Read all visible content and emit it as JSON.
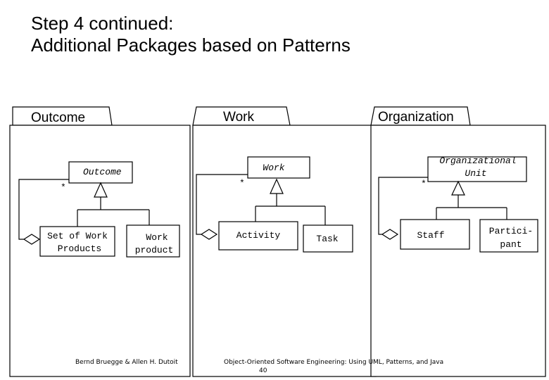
{
  "slide": {
    "title_line1": "Step 4 continued:",
    "title_line2": "Additional Packages based on Patterns"
  },
  "packages": {
    "outcome": {
      "tab_label": "Outcome",
      "parent_class": "Outcome",
      "multiplicity": "*",
      "children": [
        "Set of Work",
        "Products",
        "Work",
        "product"
      ]
    },
    "work": {
      "tab_label": "Work",
      "parent_class": "Work",
      "multiplicity": "*",
      "children": [
        "Activity",
        "Task"
      ]
    },
    "organization": {
      "tab_label": "Organization",
      "parent_class_line1": "Organizational",
      "parent_class_line2": "Unit",
      "multiplicity": "*",
      "children": [
        "Staff",
        "Partici-",
        "pant"
      ]
    }
  },
  "footer": {
    "authors": "Bernd Bruegge & Allen H. Dutoit",
    "book": "Object-Oriented Software Engineering: Using UML, Patterns, and Java",
    "page_number": "40"
  }
}
